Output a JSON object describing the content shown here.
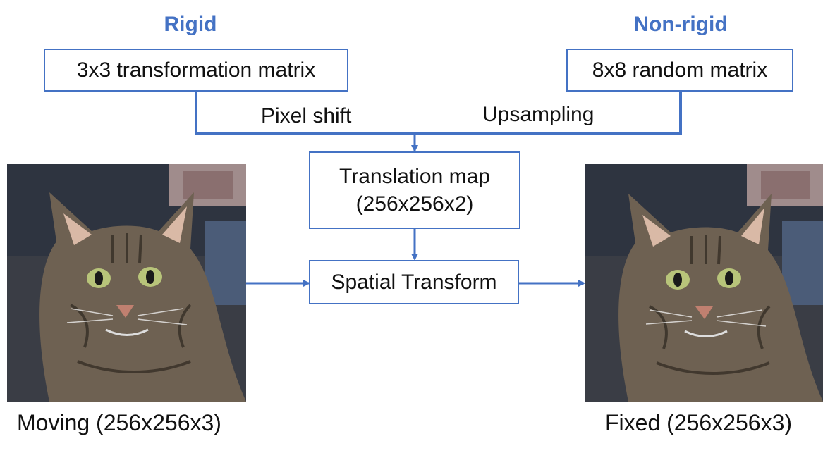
{
  "rigid": {
    "title": "Rigid",
    "box_label": "3x3 transformation matrix",
    "edge_label": "Pixel shift"
  },
  "nonrigid": {
    "title": "Non-rigid",
    "box_label": "8x8 random matrix",
    "edge_label": "Upsampling"
  },
  "translation_map": {
    "line1": "Translation map",
    "line2": "(256x256x2)"
  },
  "spatial_transform": {
    "label": "Spatial Transform"
  },
  "moving": {
    "caption": "Moving (256x256x3)",
    "image": "tabby-cat-photo"
  },
  "fixed": {
    "caption": "Fixed (256x256x3)",
    "image": "tabby-cat-photo-warped"
  },
  "colors": {
    "accent": "#4472c4"
  }
}
